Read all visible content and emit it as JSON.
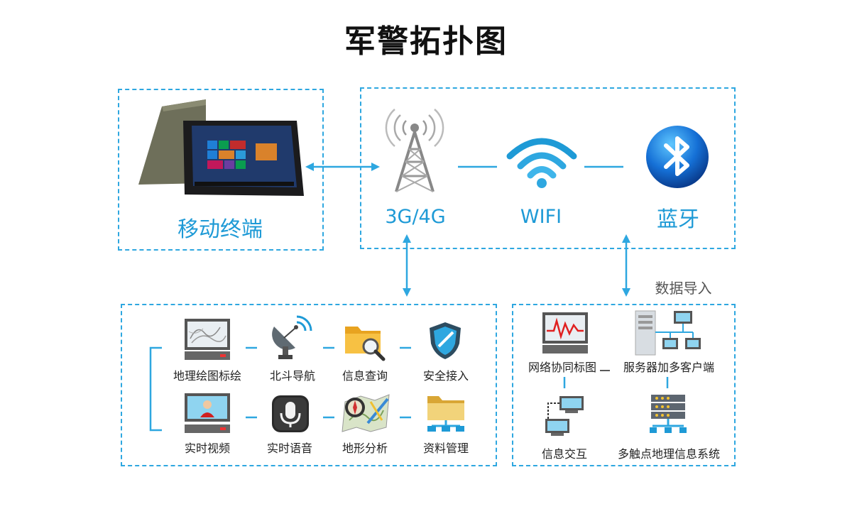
{
  "title": "军警拓扑图",
  "mobile": {
    "label": "移动终端"
  },
  "network": {
    "cell_label": "3G/4G",
    "wifi_label": "WIFI",
    "bt_label": "蓝牙"
  },
  "import_label": "数据导入",
  "functions": [
    {
      "label": "地理绘图标绘",
      "icon": "map-drawing-monitor-icon"
    },
    {
      "label": "北斗导航",
      "icon": "satellite-dish-icon"
    },
    {
      "label": "信息查询",
      "icon": "folder-search-icon"
    },
    {
      "label": "安全接入",
      "icon": "security-shield-icon"
    },
    {
      "label": "实时视频",
      "icon": "video-monitor-icon"
    },
    {
      "label": "实时语音",
      "icon": "microphone-icon"
    },
    {
      "label": "地形分析",
      "icon": "terrain-map-compass-icon"
    },
    {
      "label": "资料管理",
      "icon": "folder-network-icon"
    }
  ],
  "systems": [
    {
      "label": "网络协同标图",
      "icon": "waveform-monitor-icon"
    },
    {
      "label": "服务器加多客户端",
      "icon": "server-clients-icon"
    },
    {
      "label": "信息交互",
      "icon": "linked-computers-icon"
    },
    {
      "label": "多触点地理信息系统",
      "icon": "server-rack-network-icon"
    }
  ],
  "colors": {
    "accent": "#2ea7e0",
    "label_blue": "#1e9ad6"
  }
}
